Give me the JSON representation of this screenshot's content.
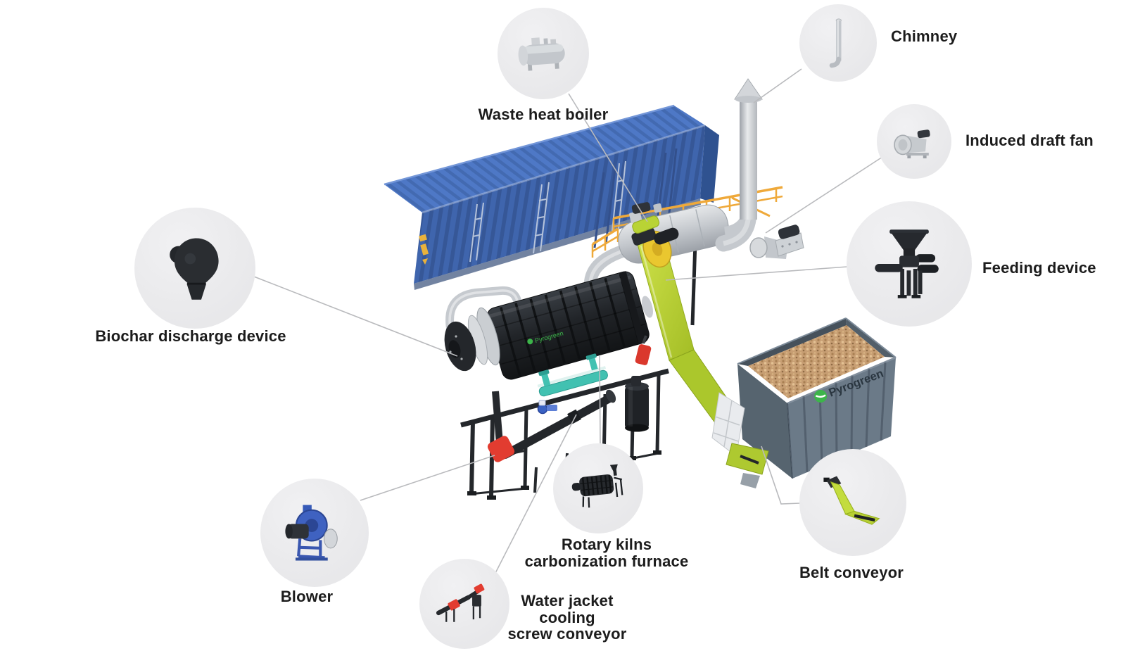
{
  "figure": {
    "brand": "Pyrogreen",
    "callouts": {
      "waste_heat_boiler": {
        "label": "Waste heat boiler"
      },
      "chimney": {
        "label": "Chimney"
      },
      "induced_draft_fan": {
        "label": "Induced draft fan"
      },
      "feeding_device": {
        "label": "Feeding device"
      },
      "biochar_discharge_device": {
        "label": "Biochar discharge device"
      },
      "blower": {
        "label": "Blower"
      },
      "rotary_kiln_furnace": {
        "lines": [
          "Rotary kilns",
          "carbonization furnace"
        ]
      },
      "water_jacket_screw_conveyor": {
        "lines": [
          "Water jacket",
          "cooling",
          "screw conveyor"
        ]
      },
      "belt_conveyor": {
        "label": "Belt conveyor"
      }
    },
    "colors": {
      "container_blue": "#3f65ad",
      "container_roof_blue": "#4e78c6",
      "kiln_black": "#26292d",
      "steel_silver": "#c5c9ce",
      "railing_yellow": "#efa93a",
      "conveyor_green": "#b9d335",
      "accent_red": "#e23c30",
      "teal_pipe": "#42c1b1",
      "blower_blue": "#3f62c1",
      "woodchips_tan": "#c79e73",
      "hopper_gray": "#6b7a88",
      "callout_circle_gray": "#ececee",
      "label_text": "#1c1c1c",
      "brand_green": "#3cb54a"
    }
  }
}
